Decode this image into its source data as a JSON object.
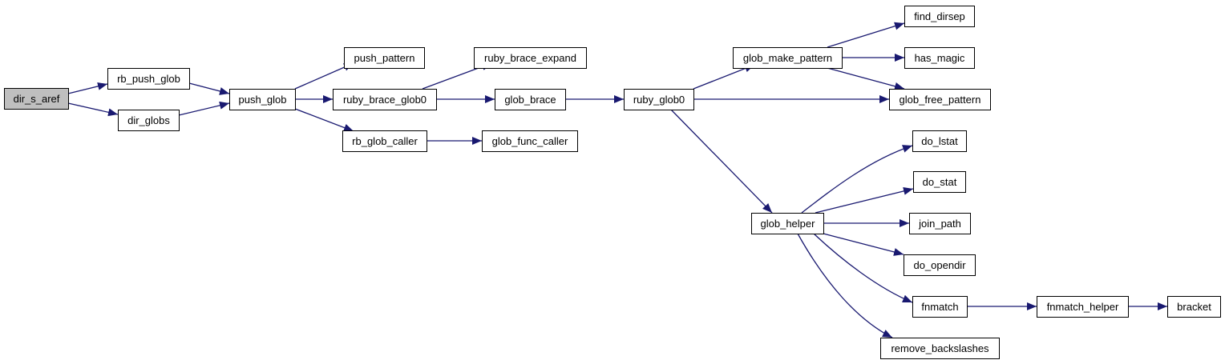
{
  "colors": {
    "edge": "#191970",
    "root_fill": "#bfbfbf",
    "node_fill": "#ffffff",
    "border": "#000000"
  },
  "nodes": {
    "dir_s_aref": "dir_s_aref",
    "rb_push_glob": "rb_push_glob",
    "dir_globs": "dir_globs",
    "push_glob": "push_glob",
    "push_pattern": "push_pattern",
    "ruby_brace_glob0": "ruby_brace_glob0",
    "rb_glob_caller": "rb_glob_caller",
    "ruby_brace_expand": "ruby_brace_expand",
    "glob_brace": "glob_brace",
    "glob_func_caller": "glob_func_caller",
    "ruby_glob0": "ruby_glob0",
    "glob_make_pattern": "glob_make_pattern",
    "glob_free_pattern": "glob_free_pattern",
    "glob_helper": "glob_helper",
    "find_dirsep": "find_dirsep",
    "has_magic": "has_magic",
    "do_lstat": "do_lstat",
    "do_stat": "do_stat",
    "join_path": "join_path",
    "do_opendir": "do_opendir",
    "fnmatch": "fnmatch",
    "remove_backslashes": "remove_backslashes",
    "fnmatch_helper": "fnmatch_helper",
    "bracket": "bracket"
  }
}
